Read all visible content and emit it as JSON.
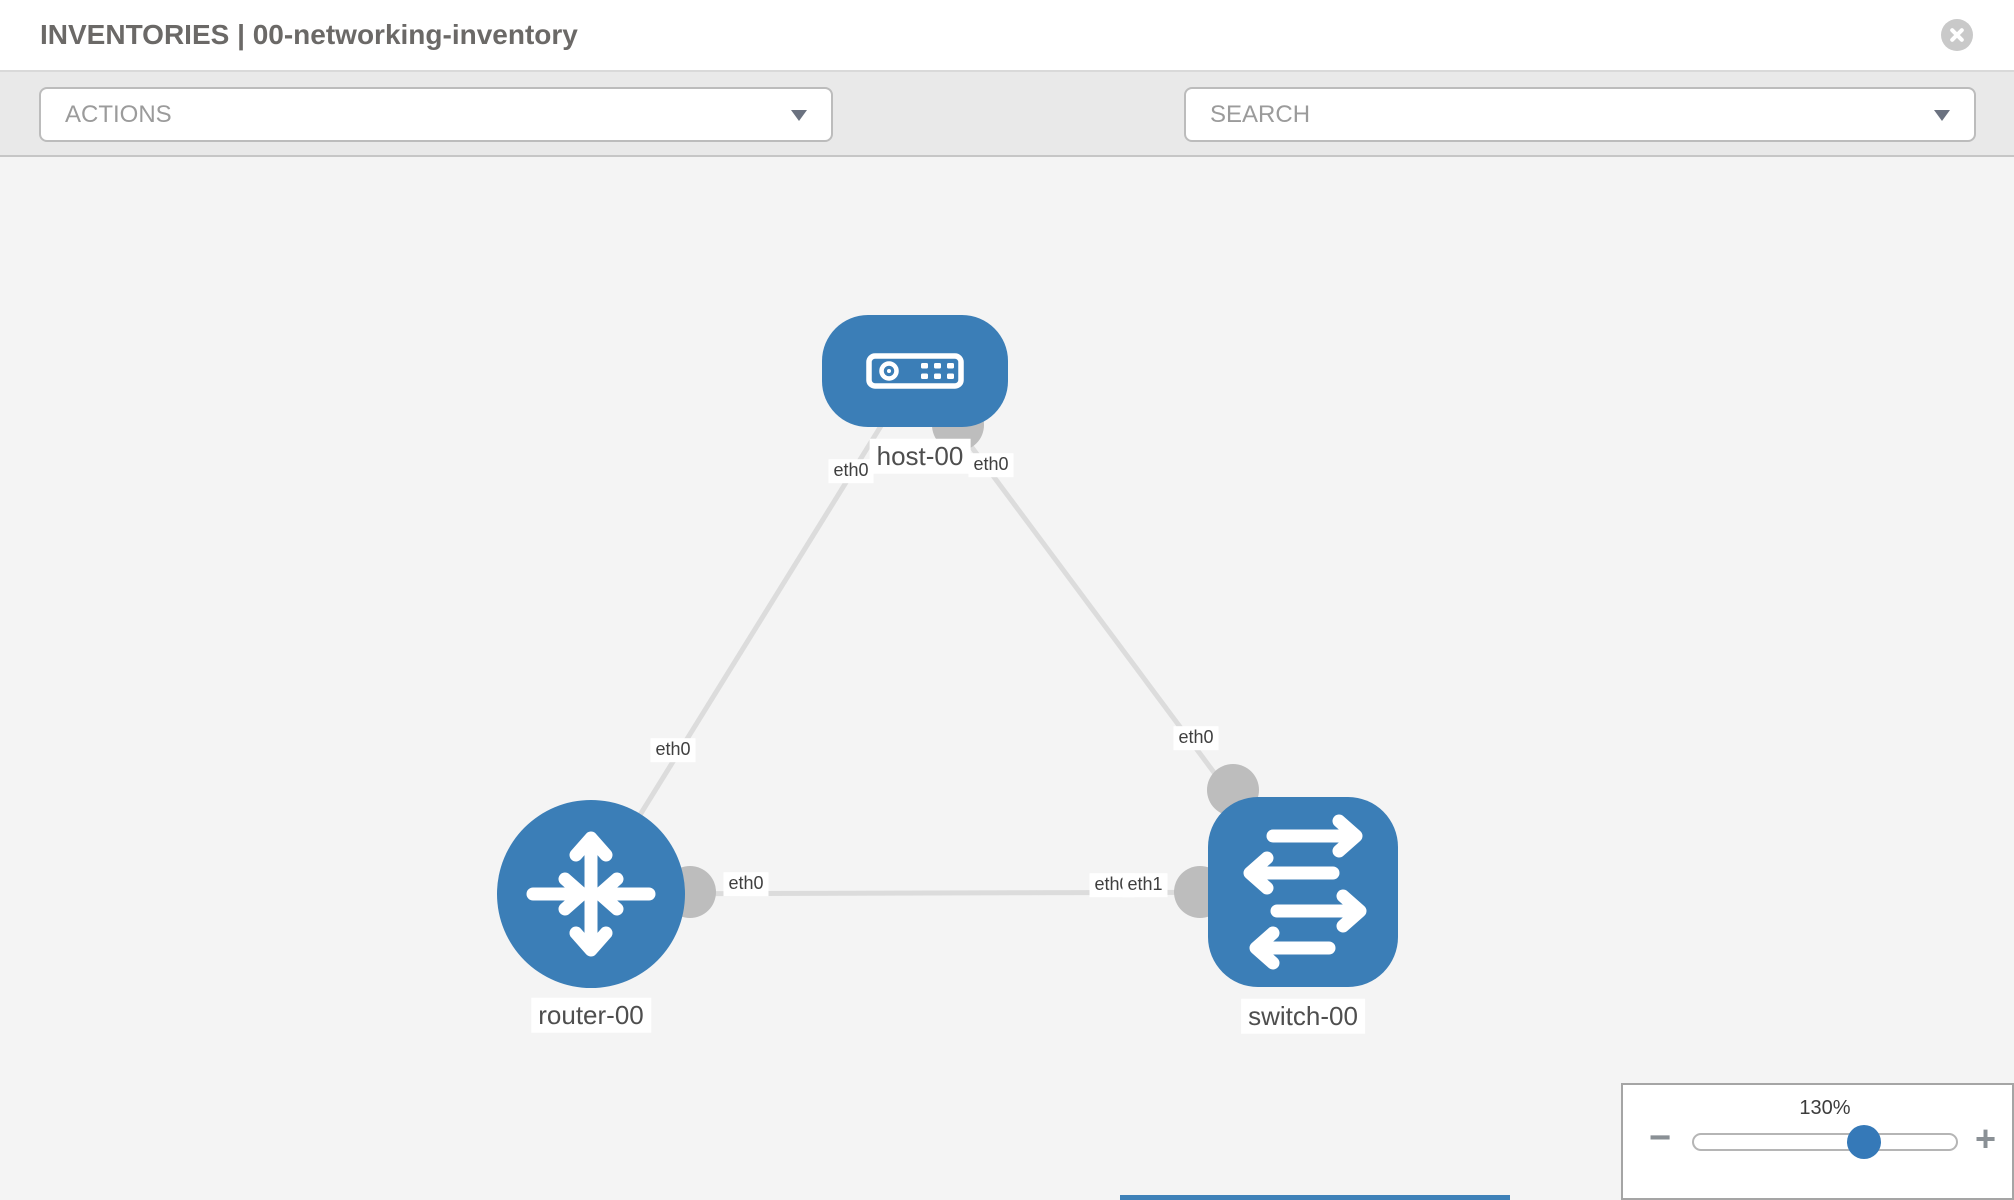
{
  "header": {
    "title": "INVENTORIES | 00-networking-inventory"
  },
  "toolbar": {
    "actions_label": "ACTIONS",
    "search_placeholder": "SEARCH",
    "icons": [
      "wrench-icon",
      "key-icon"
    ]
  },
  "topology": {
    "nodes": [
      {
        "id": "host-00",
        "label": "host-00",
        "type": "host",
        "shape": "rounded-rect"
      },
      {
        "id": "router-00",
        "label": "router-00",
        "type": "router",
        "shape": "circle"
      },
      {
        "id": "switch-00",
        "label": "switch-00",
        "type": "switch",
        "shape": "rounded-square"
      }
    ],
    "links": [
      {
        "source": "host-00",
        "target": "router-00",
        "source_interface": "eth0",
        "target_interface": "eth0"
      },
      {
        "source": "host-00",
        "target": "switch-00",
        "source_interface": "eth0",
        "target_interface": "eth0"
      },
      {
        "source": "router-00",
        "target": "switch-00",
        "source_interface": "eth0",
        "target_interface": "eth1",
        "target_interface_occluded": "eth0"
      }
    ]
  },
  "zoom_control": {
    "percent_label": "130%",
    "value_percent": 130,
    "minus_label": "−",
    "plus_label": "+"
  },
  "colors": {
    "node_blue": "#3b7eb7",
    "link_gray": "#dcdcdc",
    "connector_gray": "#bdbdbd",
    "canvas_bg": "#f4f4f4",
    "toolbar_bg": "#e9e9e9",
    "slider_blue": "#3579b8"
  }
}
